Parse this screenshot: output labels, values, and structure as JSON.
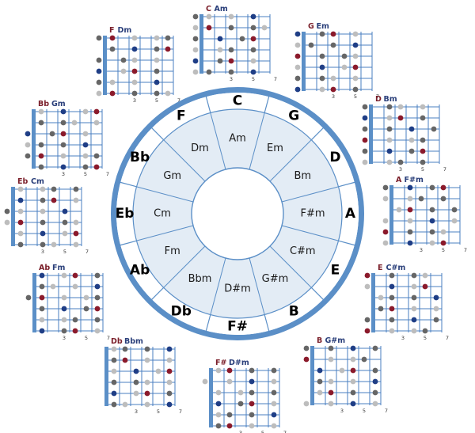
{
  "wheel": {
    "majors": [
      "C",
      "G",
      "D",
      "A",
      "E",
      "B",
      "F#",
      "Db",
      "Ab",
      "Eb",
      "Bb",
      "F"
    ],
    "minors": [
      "Am",
      "Em",
      "Bm",
      "F#m",
      "C#m",
      "G#m",
      "D#m",
      "Bbm",
      "Fm",
      "Cm",
      "Gm",
      "Dm"
    ]
  },
  "colors": {
    "ring": "#5b8fc7",
    "minor_fill": "#e3ecf5",
    "divider": "#5b8fc7",
    "fret_line": "#4a7fc0",
    "nut": "#5b8fc7",
    "root_label": "#7b1f2a",
    "minor_label": "#2a3f7a",
    "dot_dark": "#666666",
    "dot_light": "#bdbdbd",
    "dot_root": "#8b1a2b",
    "dot_minor_root": "#1f3e86"
  },
  "fret_numbers": [
    "3",
    "5",
    "7"
  ],
  "fretboards": [
    {
      "major": "C",
      "minor": "Am"
    },
    {
      "major": "G",
      "minor": "Em"
    },
    {
      "major": "D",
      "minor": "Bm"
    },
    {
      "major": "A",
      "minor": "F#m"
    },
    {
      "major": "E",
      "minor": "C#m"
    },
    {
      "major": "B",
      "minor": "G#m"
    },
    {
      "major": "F#",
      "minor": "D#m"
    },
    {
      "major": "Db",
      "minor": "Bbm"
    },
    {
      "major": "Ab",
      "minor": "Fm"
    },
    {
      "major": "Eb",
      "minor": "Cm"
    },
    {
      "major": "Bb",
      "minor": "Gm"
    },
    {
      "major": "F",
      "minor": "Dm"
    }
  ]
}
